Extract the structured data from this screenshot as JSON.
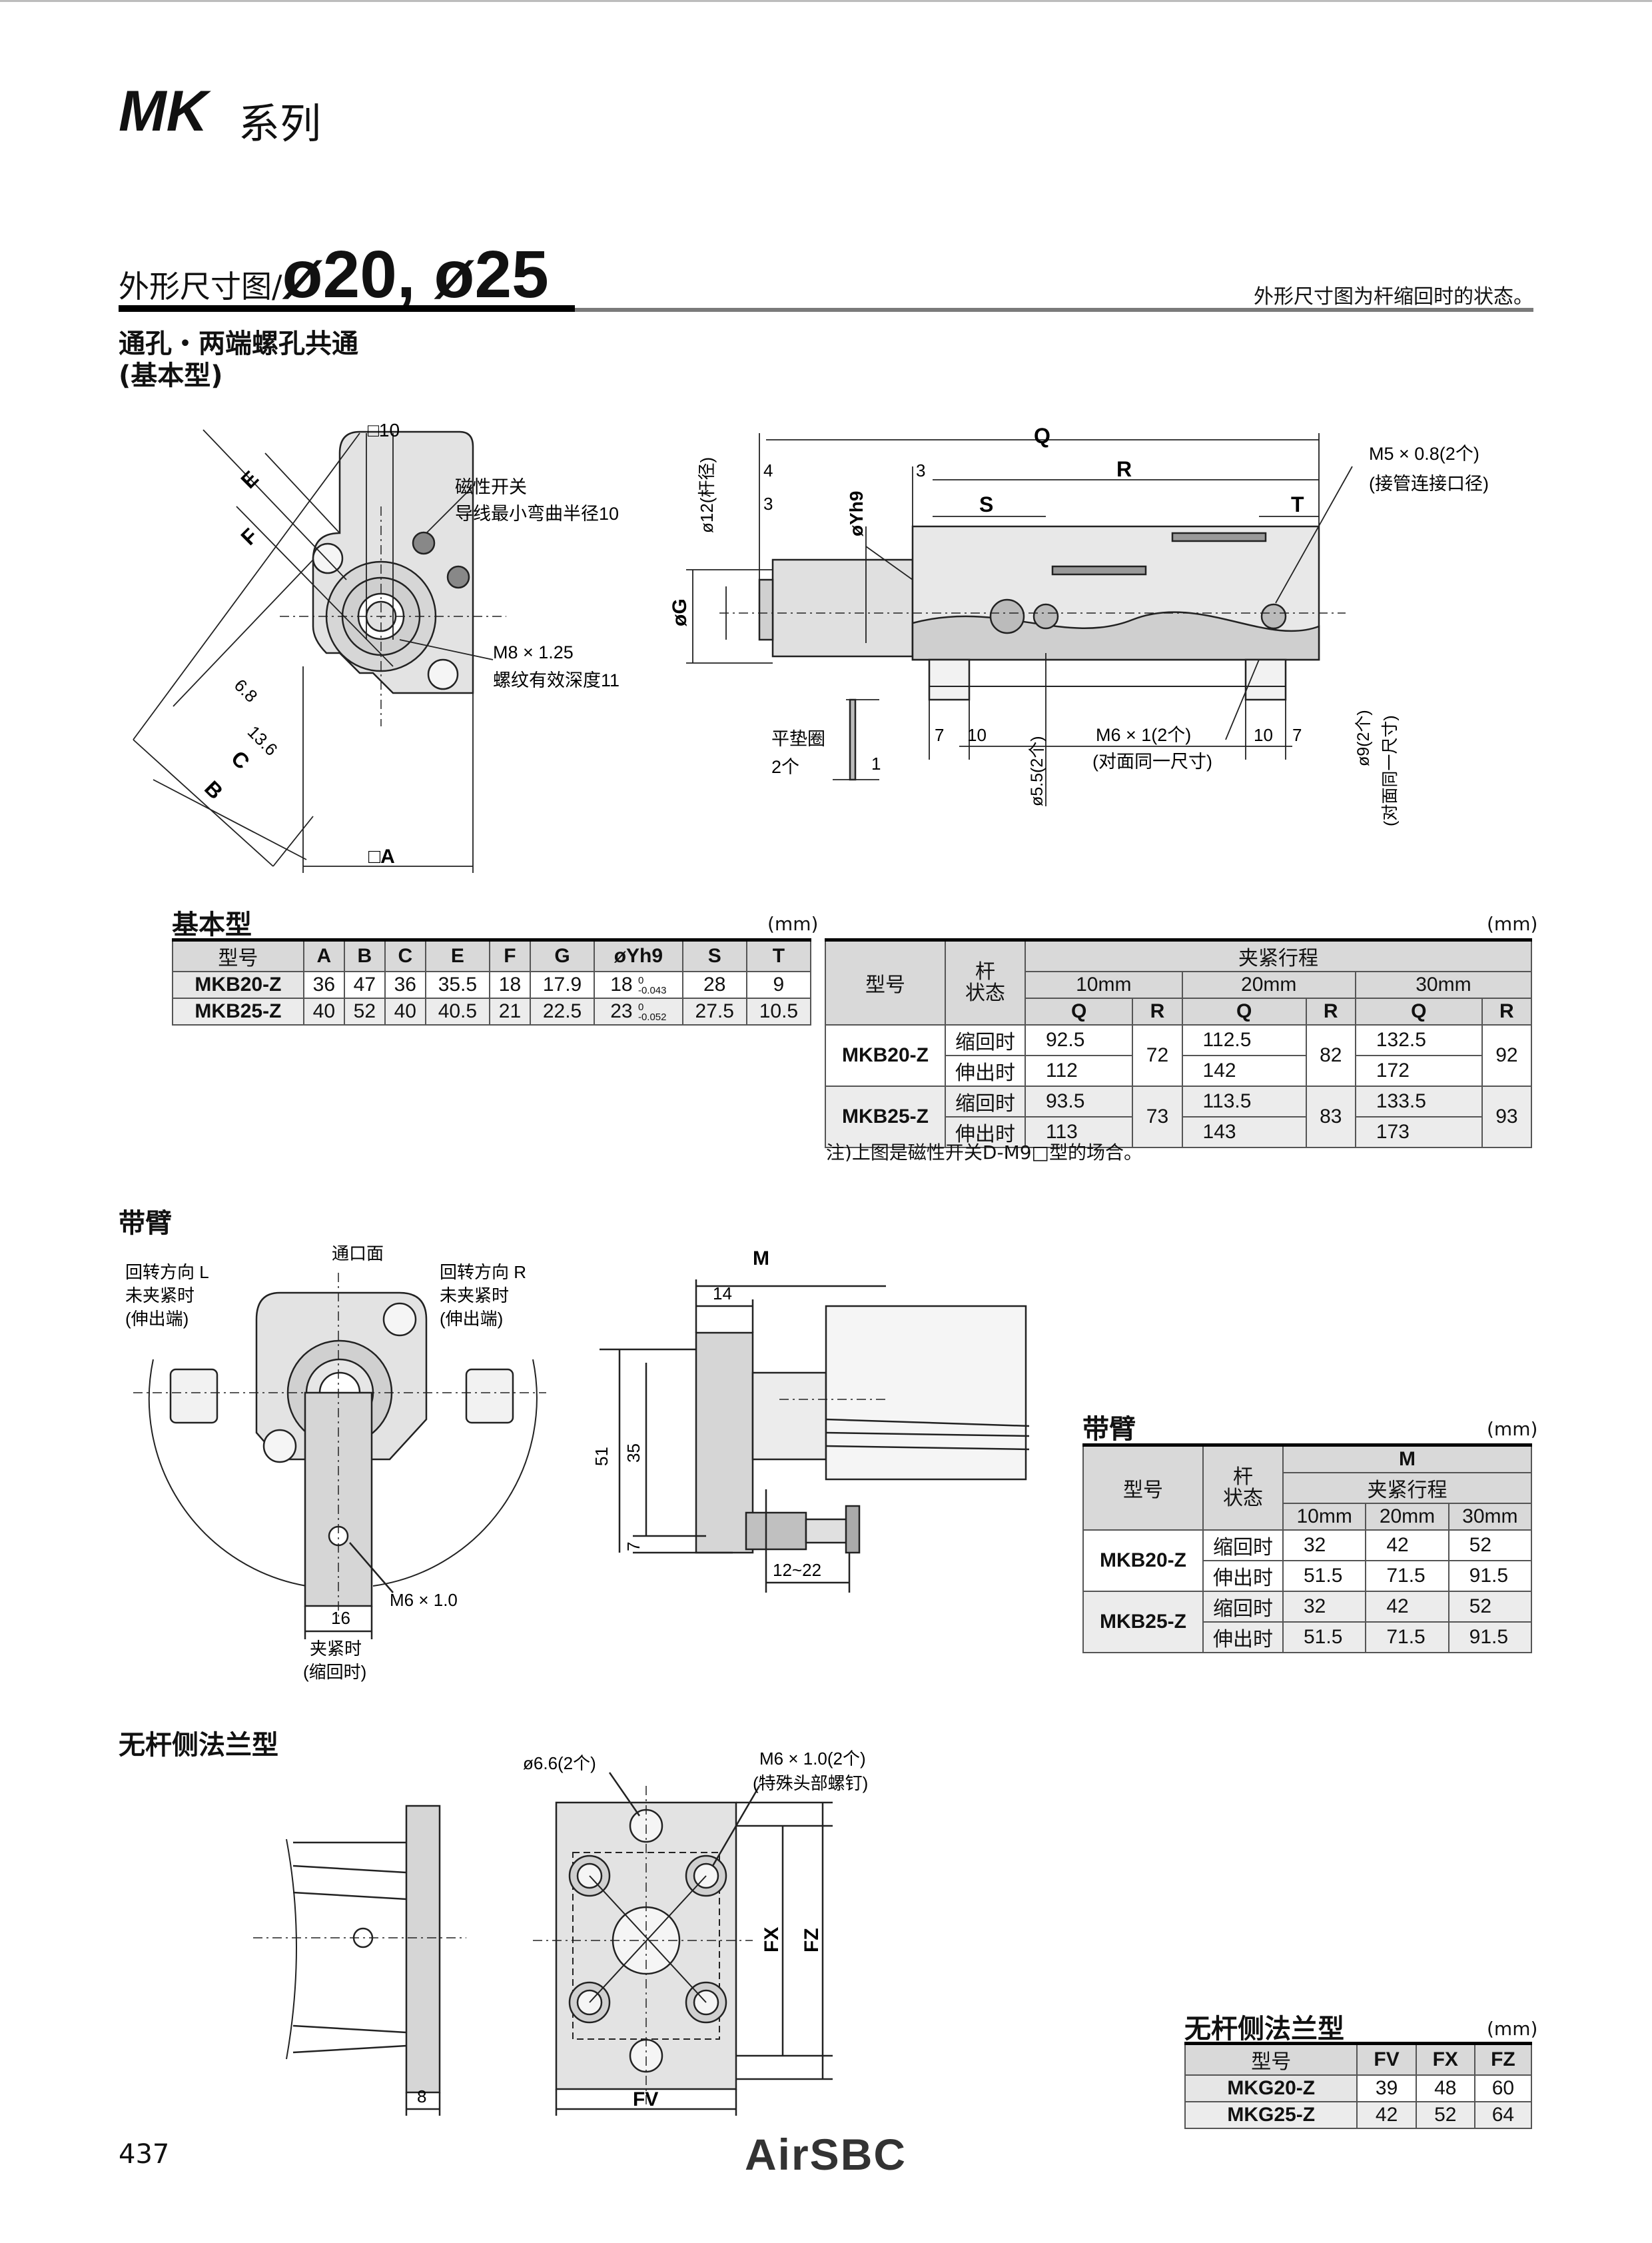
{
  "header": {
    "series": "MK",
    "series_suffix": "系列"
  },
  "section": {
    "title_cn": "外形尺寸图/",
    "title_size": "ø20, ø25",
    "note": "外形尺寸图为杆缩回时的状态。"
  },
  "basic": {
    "title_line1": "通孔・两端螺孔共通",
    "title_line2": "(基本型)",
    "labels": {
      "sq10": "□10",
      "E": "E",
      "F": "F",
      "C": "C",
      "B": "B",
      "sqA": "□A",
      "d68": "6.8",
      "d136": "13.6",
      "magnet_switch": "磁性开关",
      "bend_radius": "导线最小弯曲半径10",
      "m8": "M8 × 1.25",
      "thread_depth": "螺纹有效深度11",
      "Q": "Q",
      "R": "R",
      "S": "S",
      "T": "T",
      "G": "øG",
      "Yh9": "øYh9",
      "d12": "ø12(杆径)",
      "d4": "4",
      "d3a": "3",
      "d3b": "3",
      "d7a": "7",
      "d10a": "10",
      "d10b": "10",
      "d7b": "7",
      "d55": "ø5.5(2个)",
      "m6": "M6 × 1(2个)",
      "same_size": "(对面同一尺寸)",
      "d9": "ø9(2个)",
      "d9_note": "(对面同一尺寸)",
      "m5": "M5 × 0.8(2个)",
      "pipe_port": "(接管连接口径)",
      "washer": "平垫圈",
      "washer_qty": "2个",
      "d1": "1"
    }
  },
  "table_basic": {
    "title": "基本型",
    "unit": "(mm)",
    "headers": [
      "型号",
      "A",
      "B",
      "C",
      "E",
      "F",
      "G",
      "øYh9",
      "S",
      "T"
    ],
    "rows": [
      {
        "model": "MKB20-Z",
        "A": "36",
        "B": "47",
        "C": "36",
        "E": "35.5",
        "F": "18",
        "G": "17.9",
        "Y": "18",
        "Ytol_hi": "0",
        "Ytol_lo": "-0.043",
        "S": "28",
        "T": "9"
      },
      {
        "model": "MKB25-Z",
        "A": "40",
        "B": "52",
        "C": "40",
        "E": "40.5",
        "F": "21",
        "G": "22.5",
        "Y": "23",
        "Ytol_hi": "0",
        "Ytol_lo": "-0.052",
        "S": "27.5",
        "T": "10.5"
      }
    ]
  },
  "table_stroke": {
    "unit": "(mm)",
    "h_model": "型号",
    "h_rod": "杆",
    "h_state": "状态",
    "h_stroke": "夹紧行程",
    "strokes": [
      "10mm",
      "20mm",
      "30mm"
    ],
    "q": "Q",
    "r": "R",
    "rows": [
      {
        "model": "MKB20-Z",
        "retract": "缩回时",
        "extend": "伸出时",
        "q_ret": [
          "92.5",
          "112.5",
          "132.5"
        ],
        "q_ext": [
          "112",
          "142",
          "172"
        ],
        "r": [
          "72",
          "82",
          "92"
        ]
      },
      {
        "model": "MKB25-Z",
        "retract": "缩回时",
        "extend": "伸出时",
        "q_ret": [
          "93.5",
          "113.5",
          "133.5"
        ],
        "q_ext": [
          "113",
          "143",
          "173"
        ],
        "r": [
          "73",
          "83",
          "93"
        ]
      }
    ],
    "note": "注)上图是磁性开关D-M9□型的场合。"
  },
  "arm": {
    "title": "带臂",
    "labels": {
      "rot_L": "回转方向 L",
      "rot_R": "回转方向 R",
      "unclamped": "未夹紧时",
      "extended": "(伸出端)",
      "port_face": "通口面",
      "d16": "16",
      "m6": "M6 × 1.0",
      "clamped": "夹紧时",
      "retracted": "(缩回时)",
      "M": "M",
      "d14": "14",
      "d51": "51",
      "d35": "35",
      "d7": "7",
      "d1222": "12~22"
    }
  },
  "table_arm": {
    "title": "带臂",
    "unit": "(mm)",
    "h_model": "型号",
    "h_rod": "杆",
    "h_state": "状态",
    "h_M": "M",
    "h_stroke": "夹紧行程",
    "strokes": [
      "10mm",
      "20mm",
      "30mm"
    ],
    "rows": [
      {
        "model": "MKB20-Z",
        "retract": "缩回时",
        "extend": "伸出时",
        "ret": [
          "32",
          "42",
          "52"
        ],
        "ext": [
          "51.5",
          "71.5",
          "91.5"
        ]
      },
      {
        "model": "MKB25-Z",
        "retract": "缩回时",
        "extend": "伸出时",
        "ret": [
          "32",
          "42",
          "52"
        ],
        "ext": [
          "51.5",
          "71.5",
          "91.5"
        ]
      }
    ]
  },
  "flange": {
    "title": "无杆侧法兰型",
    "labels": {
      "d66": "ø6.6(2个)",
      "m6": "M6 × 1.0(2个)",
      "special": "(特殊头部螺钉)",
      "FX": "FX",
      "FZ": "FZ",
      "FV": "FV",
      "d8": "8"
    }
  },
  "table_flange": {
    "title": "无杆侧法兰型",
    "unit": "(mm)",
    "headers": [
      "型号",
      "FV",
      "FX",
      "FZ"
    ],
    "rows": [
      {
        "model": "MKG20-Z",
        "FV": "39",
        "FX": "48",
        "FZ": "60"
      },
      {
        "model": "MKG25-Z",
        "FV": "42",
        "FX": "52",
        "FZ": "64"
      }
    ]
  },
  "footer": {
    "page": "437",
    "logo": "AirSBC"
  }
}
